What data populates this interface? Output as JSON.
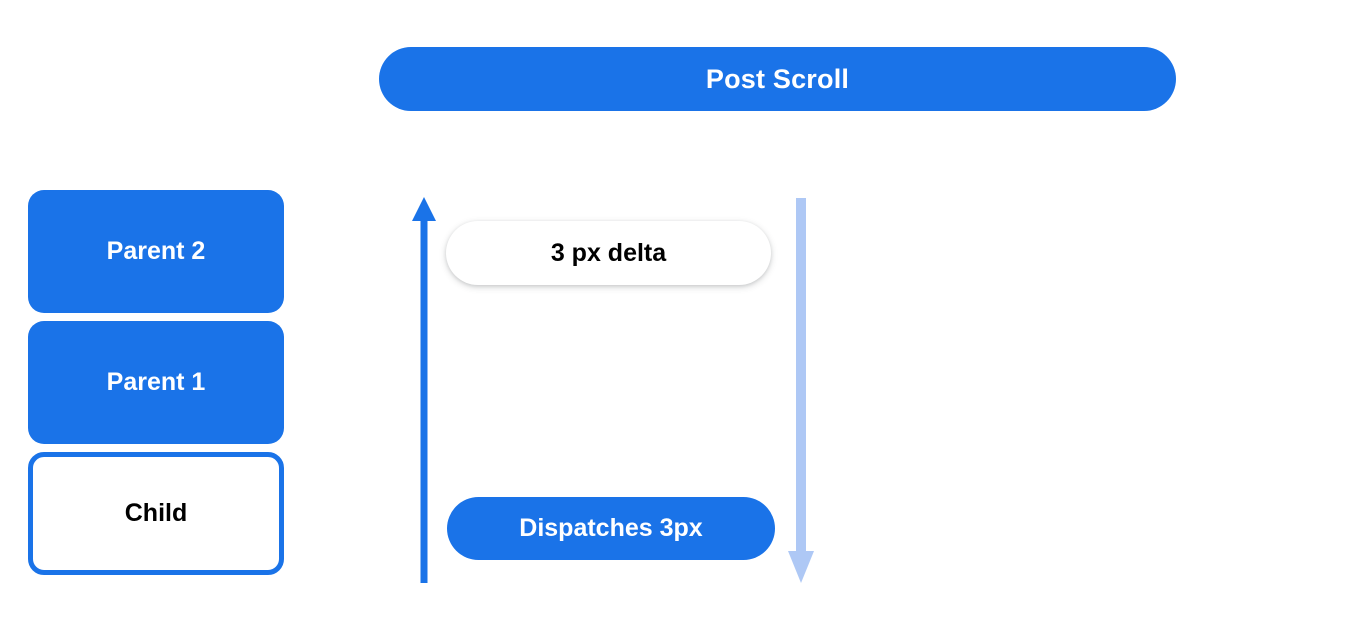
{
  "header": {
    "title": "Post Scroll"
  },
  "node_stack": {
    "items": [
      {
        "label": "Parent 2",
        "style": "filled"
      },
      {
        "label": "Parent 1",
        "style": "filled"
      },
      {
        "label": "Child",
        "style": "outlined"
      }
    ]
  },
  "callouts": {
    "delta": "3 px delta",
    "dispatch": "Dispatches 3px"
  },
  "arrows": {
    "up": {
      "name": "scroll-up-arrow",
      "direction": "up",
      "color": "#1a73e8"
    },
    "down": {
      "name": "scroll-down-arrow",
      "direction": "down",
      "color": "#aec8f5"
    }
  },
  "colors": {
    "accent_blue": "#1a73e8",
    "light_blue": "#aec8f5",
    "text_on_blue": "#ffffff",
    "text_dark": "#000000",
    "background": "#ffffff"
  }
}
